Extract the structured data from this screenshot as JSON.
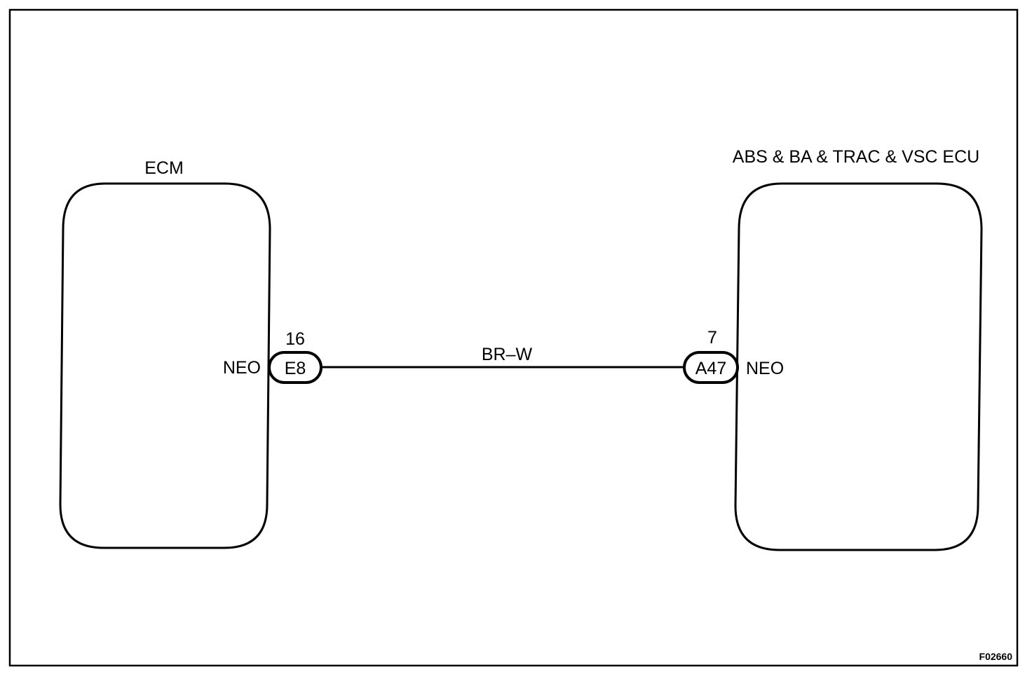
{
  "diagram": {
    "left_component": {
      "title": "ECM",
      "terminal_label": "NEO",
      "pin_number": "16",
      "connector_id": "E8"
    },
    "right_component": {
      "title": "ABS & BA & TRAC & VSC ECU",
      "terminal_label": "NEO",
      "pin_number": "7",
      "connector_id": "A47"
    },
    "wire": {
      "color_code": "BR–W"
    },
    "figure_code": "F02660",
    "colors": {
      "ink": "#000000",
      "background": "#ffffff"
    }
  }
}
